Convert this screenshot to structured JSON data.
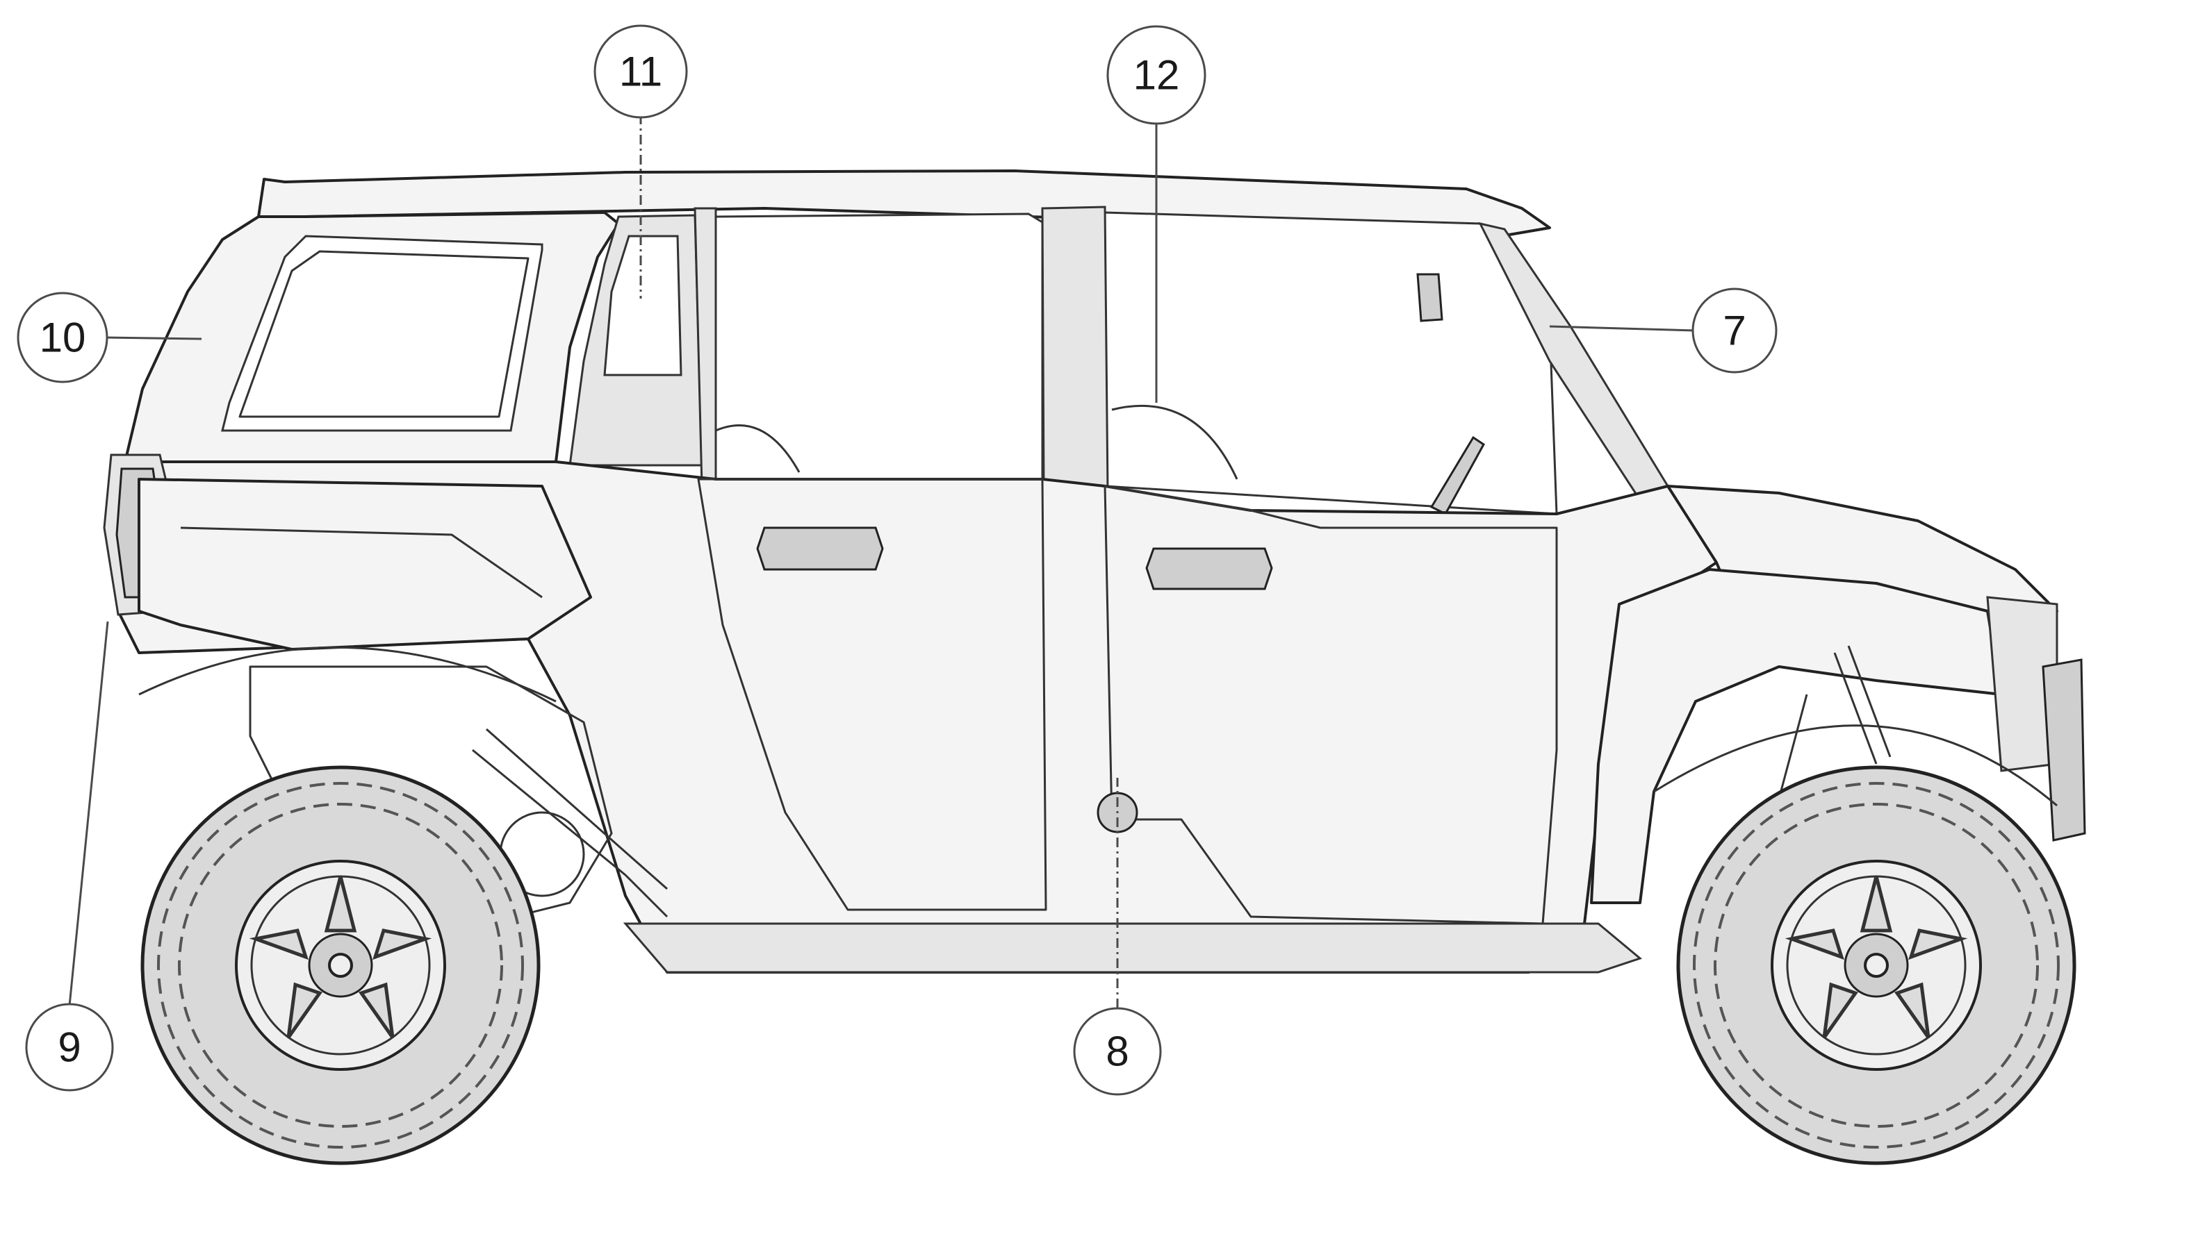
{
  "callouts": [
    {
      "id": "c11",
      "label": "11"
    },
    {
      "id": "c12",
      "label": "12"
    },
    {
      "id": "c10",
      "label": "10"
    },
    {
      "id": "c7",
      "label": "7"
    },
    {
      "id": "c9",
      "label": "9"
    },
    {
      "id": "c8",
      "label": "8"
    }
  ]
}
